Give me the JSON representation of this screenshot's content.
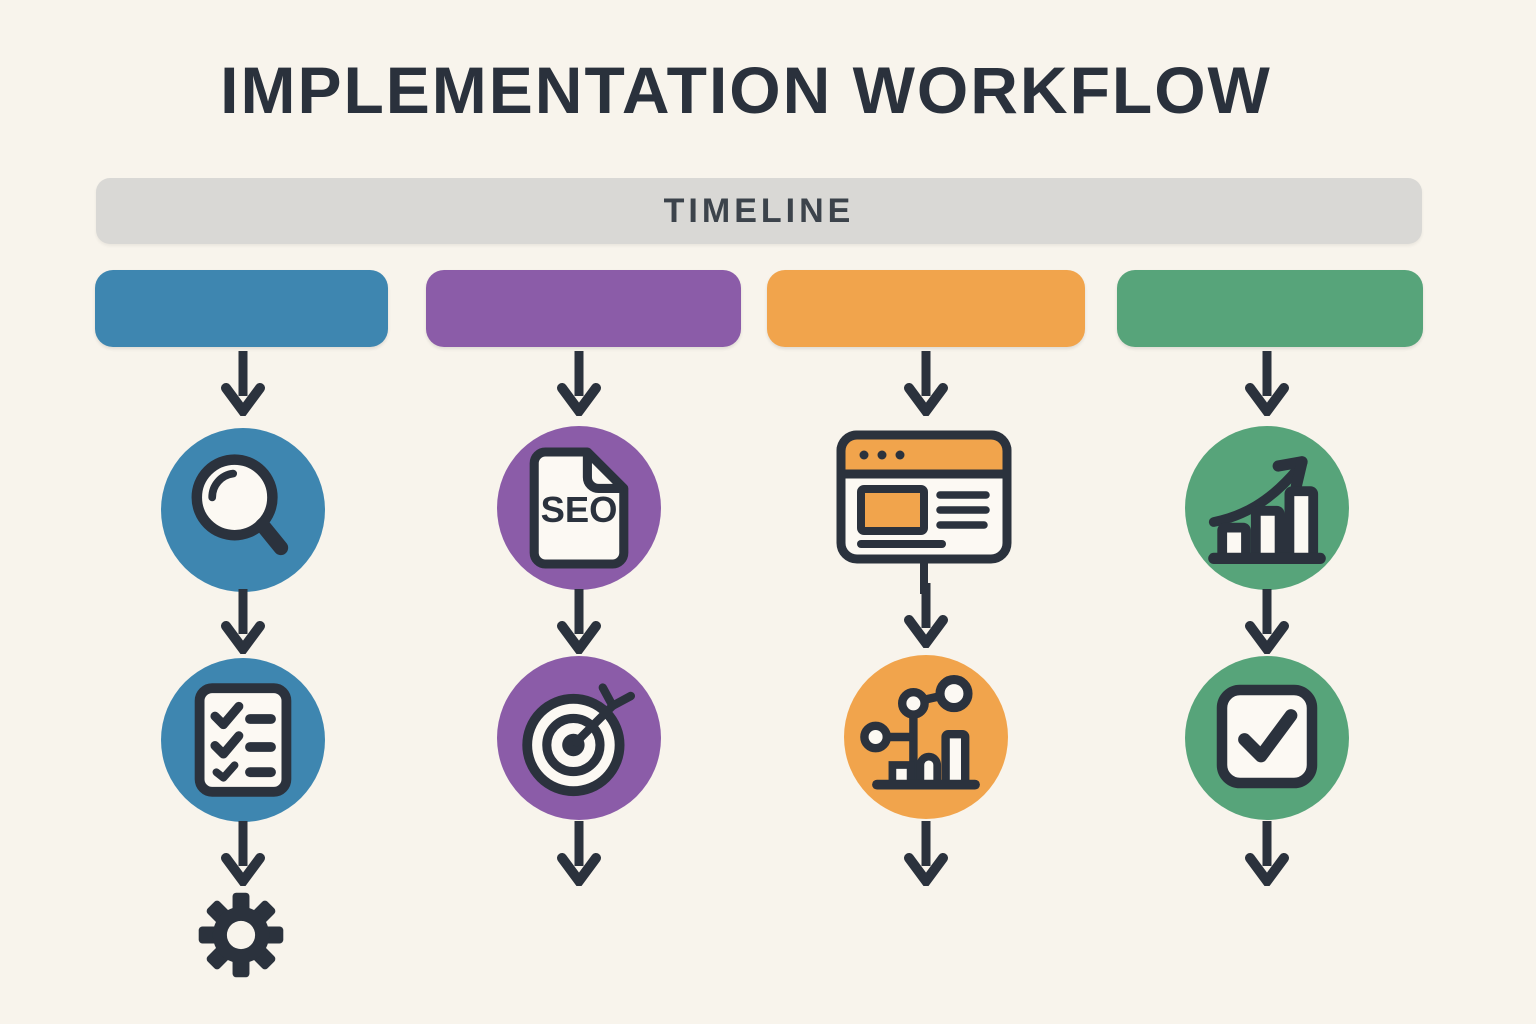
{
  "title": "IMPLEMENTATION WORKFLOW",
  "timeline": {
    "label": "TIMELINE"
  },
  "seo_label": "SEO",
  "colors": {
    "background": "#f8f4ec",
    "ink": "#2b323d",
    "timeline_bar_bg": "#d9d8d5",
    "timeline_text": "#3c434b",
    "phase_blue": "#3e86b0",
    "phase_purple": "#8b5ca8",
    "phase_orange": "#f1a44c",
    "phase_green": "#57a47a",
    "icon_paper": "#fcf9f3"
  },
  "phases": [
    {
      "id": "phase-1",
      "color": "#3e86b0",
      "steps": [
        "magnifier-icon",
        "checklist-icon",
        "gear-icon"
      ]
    },
    {
      "id": "phase-2",
      "color": "#8b5ca8",
      "steps": [
        "seo-document-icon",
        "target-icon"
      ]
    },
    {
      "id": "phase-3",
      "color": "#f1a44c",
      "steps": [
        "browser-window-icon",
        "data-chart-icon"
      ]
    },
    {
      "id": "phase-4",
      "color": "#57a47a",
      "steps": [
        "growth-chart-icon",
        "check-square-icon"
      ]
    }
  ]
}
